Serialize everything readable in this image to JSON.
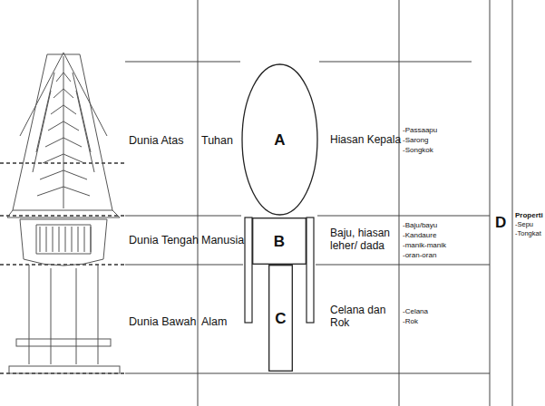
{
  "diagram": {
    "nodes": [
      {
        "text": [
          "A"
        ]
      },
      {
        "text": [
          "B"
        ]
      },
      {
        "text": [
          "C"
        ]
      }
    ],
    "labels": [
      "Dunia Atas",
      "Tuhan",
      "Hiasan Kepala",
      "-Passaapu",
      "-Sarong",
      "-Songkok",
      "Dunia Tengah",
      "Manusia",
      "Baju, hiasan leher/ dada",
      "-Baju/bayu",
      "-Kandaure",
      "-manik-manik",
      "-oran-oran",
      "Dunia Bawah",
      "Alam",
      "Celana dan Rok",
      "-Celana",
      "-Rok",
      "D",
      "Properti",
      "-Sepu",
      "-Tongkat"
    ]
  }
}
